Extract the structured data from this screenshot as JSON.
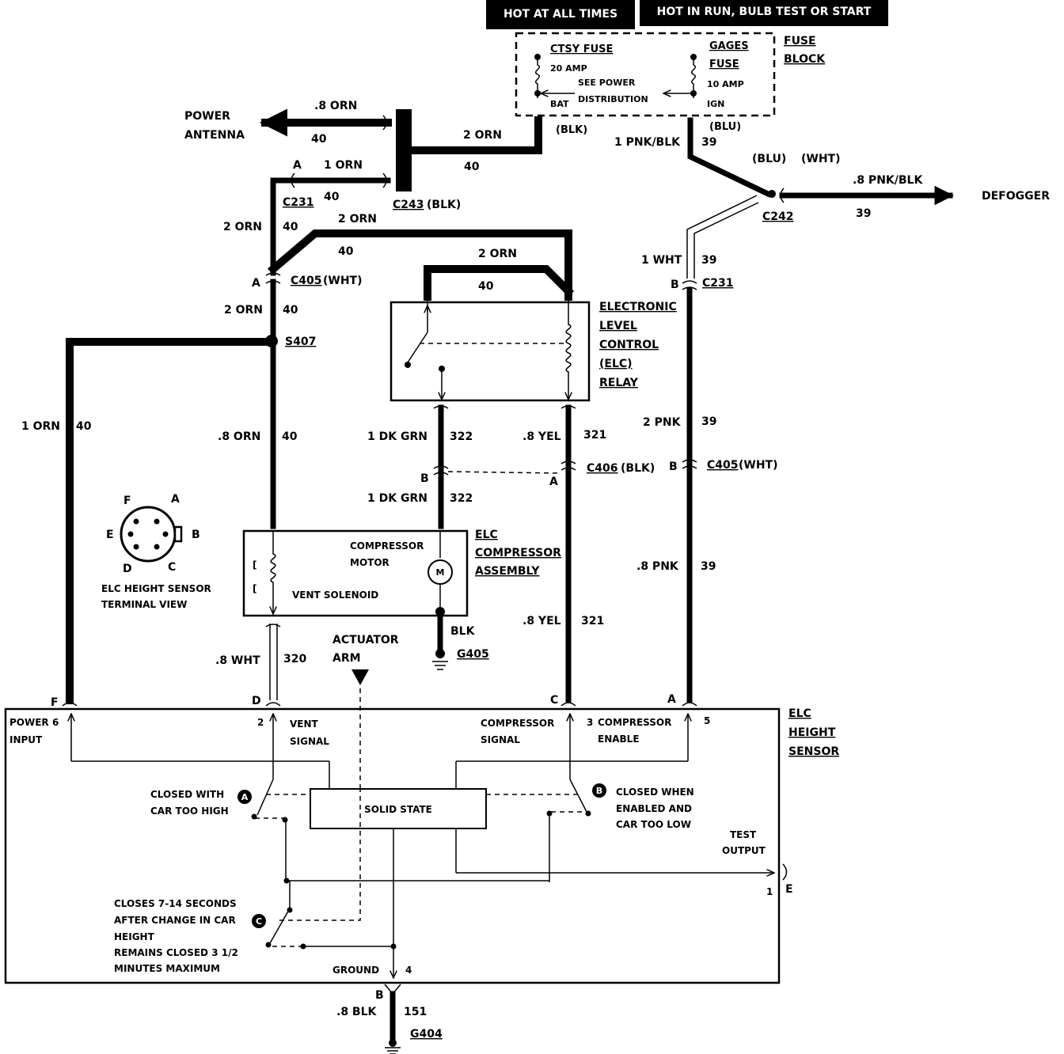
{
  "header": {
    "hot_at_all_times": "HOT AT ALL TIMES",
    "hot_in_run": "HOT IN RUN, BULB TEST OR START"
  },
  "fuse_block": {
    "label1": "FUSE",
    "label2": "BLOCK",
    "ctsy_fuse": "CTSY FUSE",
    "ctsy_amp": "20 AMP",
    "gages1": "GAGES",
    "gages2": "FUSE",
    "gages_amp": "10 AMP",
    "see_power": "SEE POWER",
    "distribution": "DISTRIBUTION",
    "bat": "BAT",
    "ign": "IGN",
    "blk": "(BLK)",
    "blu": "(BLU)"
  },
  "wires": {
    "orn_2": "2 ORN",
    "orn_1": "1 ORN",
    "orn_08": ".8 ORN",
    "c40": "40",
    "pnkblk_1": "1 PNK/BLK",
    "pnkblk_08": ".8 PNK/BLK",
    "c39": "39",
    "wht_1": "1 WHT",
    "pnk_2": "2 PNK",
    "pnk_08": ".8 PNK",
    "dkgrn_1": "1 DK GRN",
    "c322": "322",
    "yel_08": ".8 YEL",
    "c321": "321",
    "wht_08": ".8 WHT",
    "c320": "320",
    "blk": "BLK",
    "blk_08": ".8 BLK",
    "c151": "151"
  },
  "components": {
    "power_antenna1": "POWER",
    "power_antenna2": "ANTENNA",
    "defogger": "DEFOGGER",
    "relay_lines": [
      "ELECTRONIC",
      "LEVEL",
      "CONTROL",
      "(ELC)",
      "RELAY"
    ],
    "compressor_lines": [
      "ELC",
      "COMPRESSOR",
      "ASSEMBLY"
    ],
    "compressor_motor1": "COMPRESSOR",
    "compressor_motor2": "MOTOR",
    "motor_m": "M",
    "vent_solenoid": "VENT SOLENOID",
    "actuator1": "ACTUATOR",
    "actuator2": "ARM",
    "height_sensor_lines": [
      "ELC",
      "HEIGHT",
      "SENSOR"
    ],
    "terminal_view1": "ELC HEIGHT SENSOR",
    "terminal_view2": "TERMINAL VIEW",
    "solid_state": "SOLID STATE"
  },
  "connectors": {
    "c231": "C231",
    "c243": "C243",
    "c243_color": "(BLK)",
    "c405": "C405",
    "c405_color": "(WHT)",
    "c406": "C406",
    "c406_color": "(BLK)",
    "c242": "C242",
    "c242_blu": "(BLU)",
    "c242_wht": "(WHT)",
    "s407": "S407",
    "g405": "G405",
    "g404": "G404"
  },
  "pin_letters": {
    "a": "A",
    "b": "B",
    "c": "C",
    "d": "D",
    "e": "E",
    "f": "F"
  },
  "sensor": {
    "power_input1": "POWER",
    "power_input2": "INPUT",
    "pin6": "6",
    "pin2": "2",
    "vent1": "VENT",
    "vent2": "SIGNAL",
    "compressor_signal1": "COMPRESSOR",
    "compressor_signal2": "SIGNAL",
    "pin3": "3",
    "compressor_enable1": "COMPRESSOR",
    "compressor_enable2": "ENABLE",
    "pin5": "5",
    "pin1": "1",
    "pin4": "4",
    "test1": "TEST",
    "test2": "OUTPUT",
    "ground": "GROUND",
    "closed_high1": "CLOSED WITH",
    "closed_high2": "CAR TOO HIGH",
    "closed_low1": "CLOSED WHEN",
    "closed_low2": "ENABLED AND",
    "closed_low3": "CAR TOO LOW",
    "closes_lines": [
      "CLOSES 7-14 SECONDS",
      "AFTER CHANGE IN CAR",
      "HEIGHT",
      "REMAINS CLOSED 3 1/2",
      "MINUTES MAXIMUM"
    ],
    "badge_a": "A",
    "badge_b": "B",
    "badge_c": "C"
  }
}
